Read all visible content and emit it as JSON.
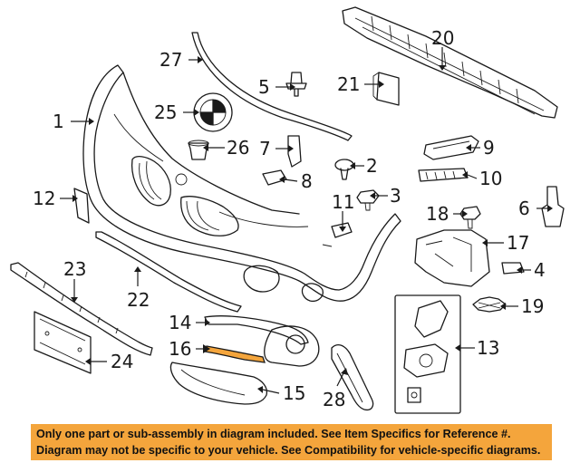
{
  "callouts": {
    "c1": "1",
    "c2": "2",
    "c3": "3",
    "c4": "4",
    "c5": "5",
    "c6": "6",
    "c7": "7",
    "c8": "8",
    "c9": "9",
    "c10": "10",
    "c11": "11",
    "c12": "12",
    "c13": "13",
    "c14": "14",
    "c15": "15",
    "c16": "16",
    "c17": "17",
    "c18": "18",
    "c19": "19",
    "c20": "20",
    "c21": "21",
    "c22": "22",
    "c23": "23",
    "c24": "24",
    "c25": "25",
    "c26": "26",
    "c27": "27",
    "c28": "28"
  },
  "highlight_color": "#f4a53c",
  "banner": {
    "line1": "Only one part or sub-assembly in diagram included. See Item Specifics for Reference #.",
    "line2": "Diagram may not be specific to your vehicle. See Compatibility for vehicle-specific diagrams."
  }
}
